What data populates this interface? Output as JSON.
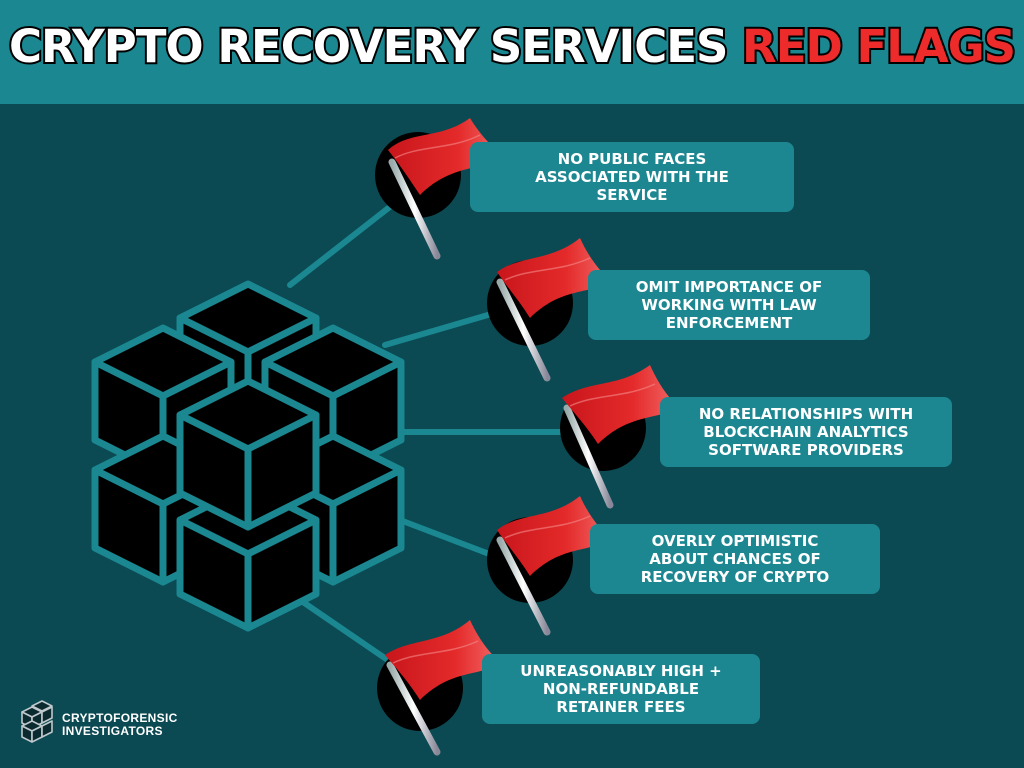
{
  "title": {
    "part1": "CRYPTO RECOVERY SERVICES",
    "part2": "RED FLAGS"
  },
  "flags": [
    {
      "label": "NO PUBLIC FACES\nASSOCIATED WITH THE\nSERVICE"
    },
    {
      "label": "OMIT IMPORTANCE OF\nWORKING WITH LAW\nENFORCEMENT"
    },
    {
      "label": "NO  RELATIONSHIPS WITH\nBLOCKCHAIN ANALYTICS\nSOFTWARE PROVIDERS"
    },
    {
      "label": "OVERLY OPTIMISTIC\nABOUT CHANCES OF\nRECOVERY OF CRYPTO"
    },
    {
      "label": "UNREASONABLY HIGH +\nNON-REFUNDABLE\nRETAINER FEES"
    }
  ],
  "logo": {
    "line1": "CRYPTOFORENSIC",
    "line2": "INVESTIGATORS",
    "icon": "cube-cluster-icon"
  },
  "colors": {
    "header": "#1a8791",
    "background": "#0b4a52",
    "card": "#1c8791",
    "accent_red": "#ee2b2b",
    "cube_stroke": "#1a8791"
  }
}
